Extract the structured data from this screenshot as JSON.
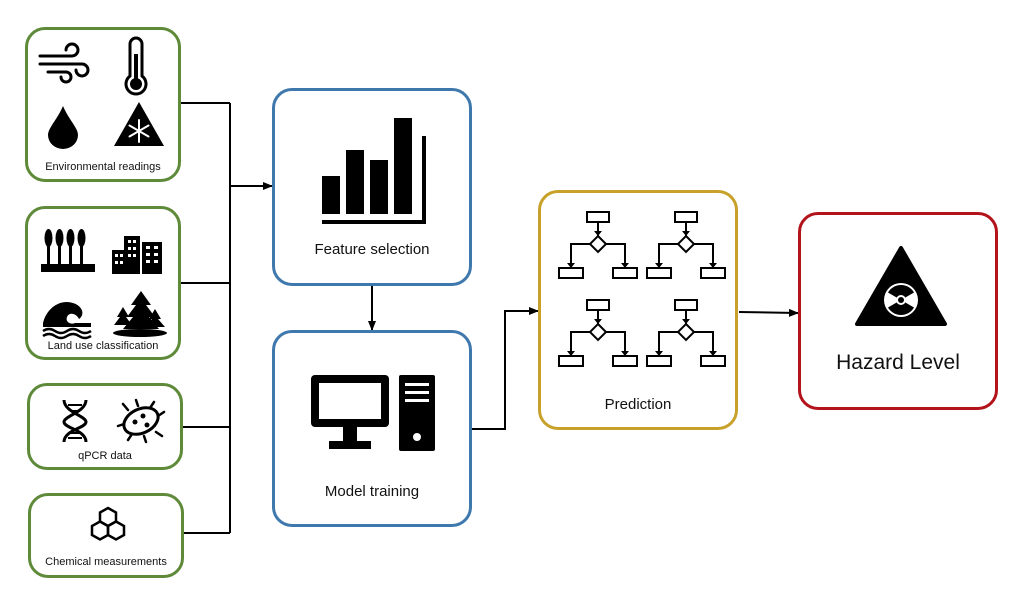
{
  "inputs": {
    "environmental": {
      "label": "Environmental readings",
      "icons": [
        "wind-icon",
        "thermometer-icon",
        "water-drop-icon",
        "snow-warning-icon"
      ]
    },
    "land_use": {
      "label": "Land use classification",
      "icons": [
        "crops-icon",
        "buildings-icon",
        "wave-icon",
        "forest-icon"
      ]
    },
    "qpcr": {
      "label": "qPCR data",
      "icons": [
        "dna-icon",
        "bacteria-icon"
      ]
    },
    "chemical": {
      "label": "Chemical measurements",
      "icons": [
        "molecule-icon"
      ]
    }
  },
  "process": {
    "feature_selection": {
      "label": "Feature selection",
      "icon": "bar-chart-icon"
    },
    "model_training": {
      "label": "Model training",
      "icon": "computer-icon"
    },
    "prediction": {
      "label": "Prediction",
      "icon": "decision-tree-icon"
    },
    "hazard": {
      "label": "Hazard Level",
      "icon": "radiation-warning-icon"
    }
  },
  "colors": {
    "input_border": "#5e8a3a",
    "process_border": "#3f78ad",
    "prediction_border": "#c8a12a",
    "hazard_border": "#b3141c"
  }
}
